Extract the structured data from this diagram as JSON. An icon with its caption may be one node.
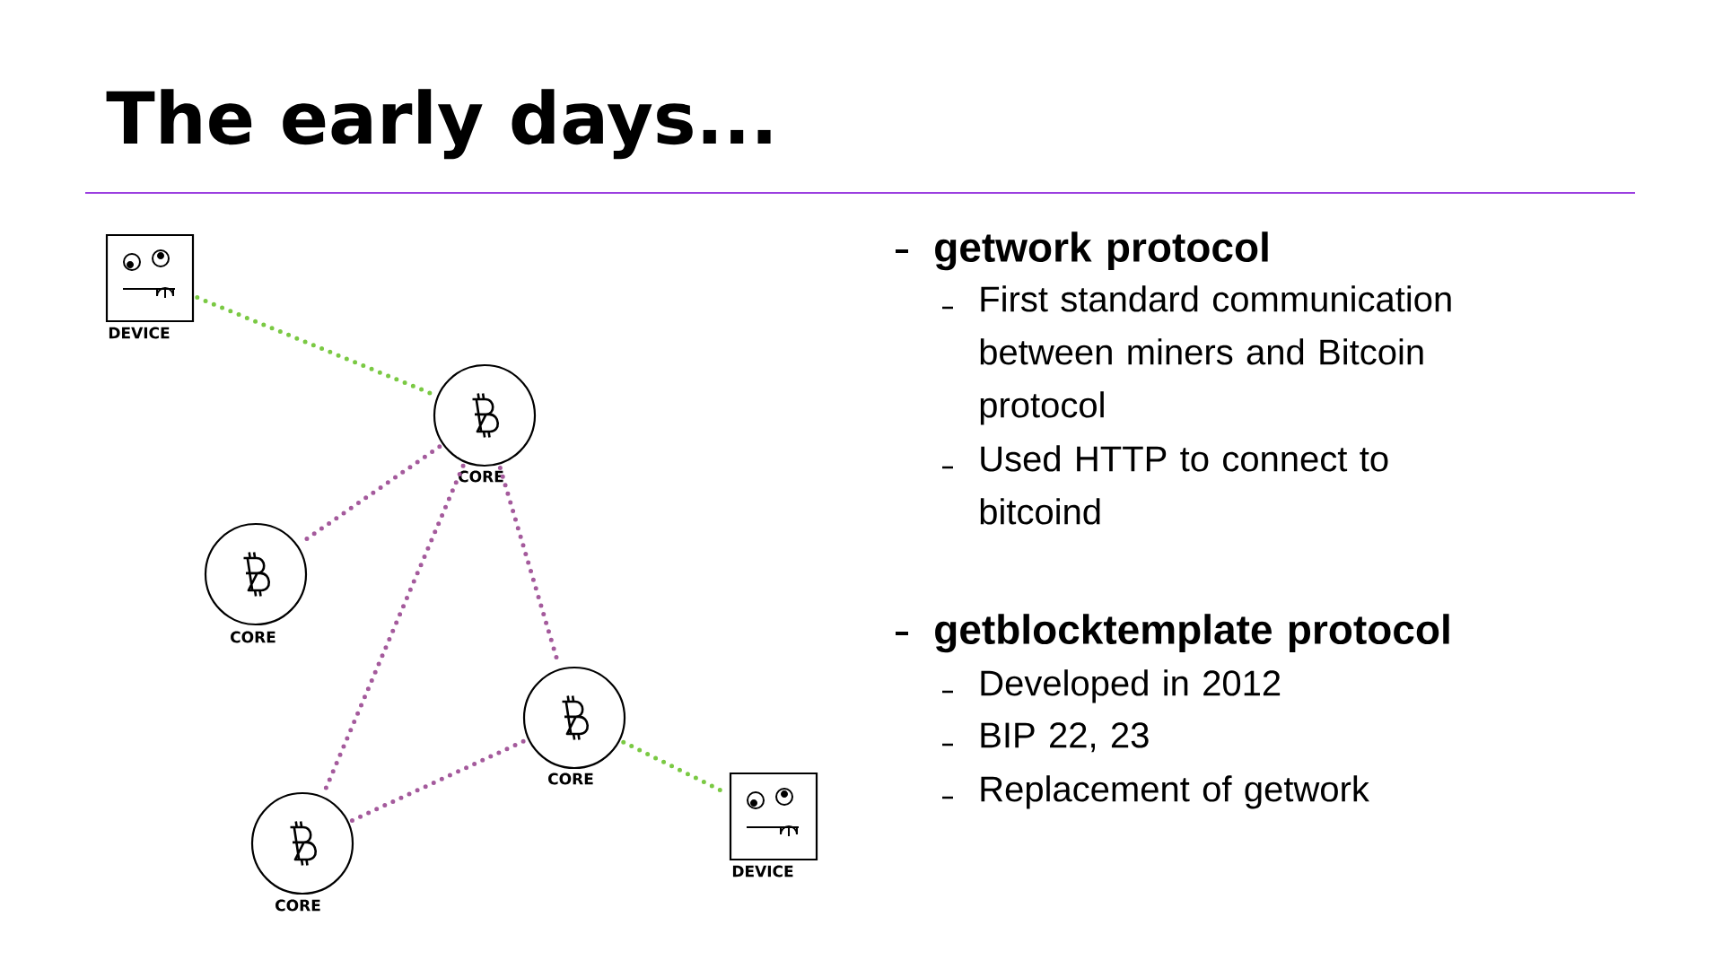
{
  "diagram": {
    "title": "The early days...",
    "nodes": [
      {
        "text": [
          "DEVICE"
        ]
      },
      {
        "text": [
          "CORE"
        ]
      },
      {
        "text": [
          "CORE"
        ]
      },
      {
        "text": [
          "CORE"
        ]
      },
      {
        "text": [
          "CORE"
        ]
      },
      {
        "text": [
          "DEVICE"
        ]
      }
    ],
    "edges": [
      {
        "from": 0,
        "to": 1,
        "arrow": "none",
        "color": "#7ac943"
      },
      {
        "from": 1,
        "to": 2,
        "arrow": "none"
      },
      {
        "from": 1,
        "to": 4,
        "arrow": "none"
      },
      {
        "from": 1,
        "to": 3,
        "arrow": "none"
      },
      {
        "from": 4,
        "to": 3,
        "arrow": "none"
      },
      {
        "from": 3,
        "to": 5,
        "arrow": "none",
        "color": "#7ac943"
      }
    ],
    "labels": [
      "getwork protocol",
      "First standard communication between miners and Bitcoin protocol",
      "Used HTTP to connect to bitcoind",
      "getblocktemplate protocol",
      "Developed in 2012",
      "BIP 22, 23",
      "Replacement of getwork"
    ]
  }
}
